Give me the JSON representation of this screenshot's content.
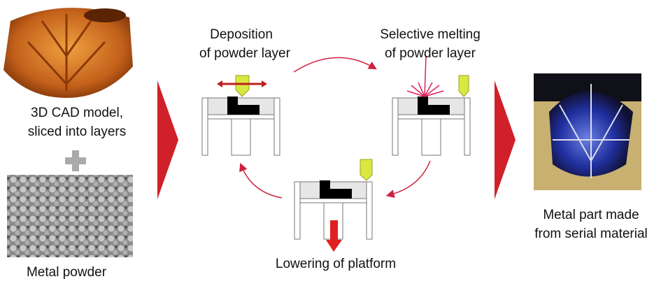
{
  "left": {
    "model_label_1": "3D CAD model,",
    "model_label_2": "sliced into layers",
    "powder_label": "Metal powder"
  },
  "steps": {
    "deposition_1": "Deposition",
    "deposition_2": "of powder layer",
    "melting_1": "Selective melting",
    "melting_2": "of powder layer",
    "lowering": "Lowering of platform"
  },
  "right": {
    "part_label_1": "Metal part made",
    "part_label_2": "from serial material"
  },
  "colors": {
    "arrow_red": "#d0202a",
    "cycle_arrow": "#d02040",
    "nozzle": "#d8e840",
    "powder": "#e6e6e6",
    "part": "#000000",
    "model": "#c8661a"
  }
}
